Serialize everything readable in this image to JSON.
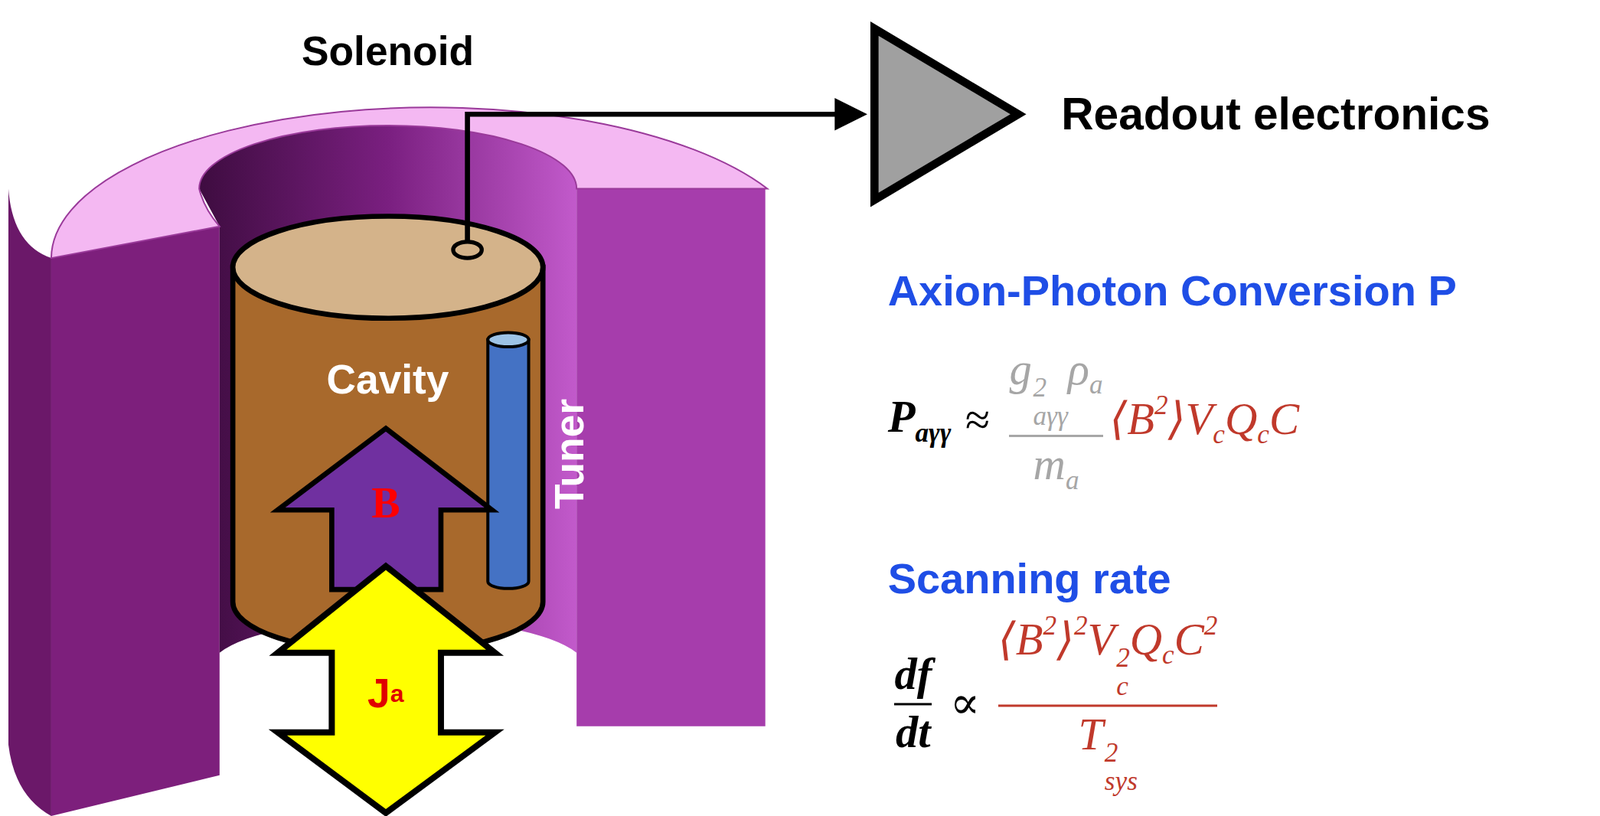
{
  "diagram": {
    "labels": [
      "Solenoid",
      "Readout electronics",
      "Cavity",
      "Tuner",
      "B",
      "J",
      "a",
      "Axion-Photon Conversion P",
      "P",
      "aγγ",
      "≈",
      "g",
      "2",
      "aγγ",
      "ρ",
      "a",
      "m",
      "a",
      "⟨B",
      "2",
      "⟩V",
      "c",
      "Q",
      "c",
      "C",
      "Scanning rate",
      "df",
      "dt",
      "∝",
      "⟨B",
      "2",
      "⟩",
      "2",
      "V",
      "2",
      "c",
      "Q",
      "c",
      "C",
      "2",
      "T",
      "2",
      "sys"
    ]
  }
}
